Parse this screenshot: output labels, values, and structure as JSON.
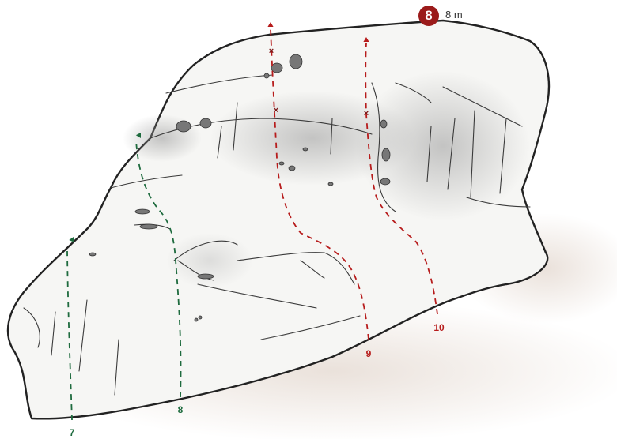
{
  "boulder": {
    "number": "8",
    "height": "8 m",
    "badge_color": "#9b1b1b"
  },
  "routes": [
    {
      "id": "7",
      "label": "7",
      "color": "#1e6b3e"
    },
    {
      "id": "8",
      "label": "8",
      "color": "#1e6b3e"
    },
    {
      "id": "9",
      "label": "9",
      "color": "#b71c1c"
    },
    {
      "id": "10",
      "label": "10",
      "color": "#b71c1c"
    }
  ]
}
